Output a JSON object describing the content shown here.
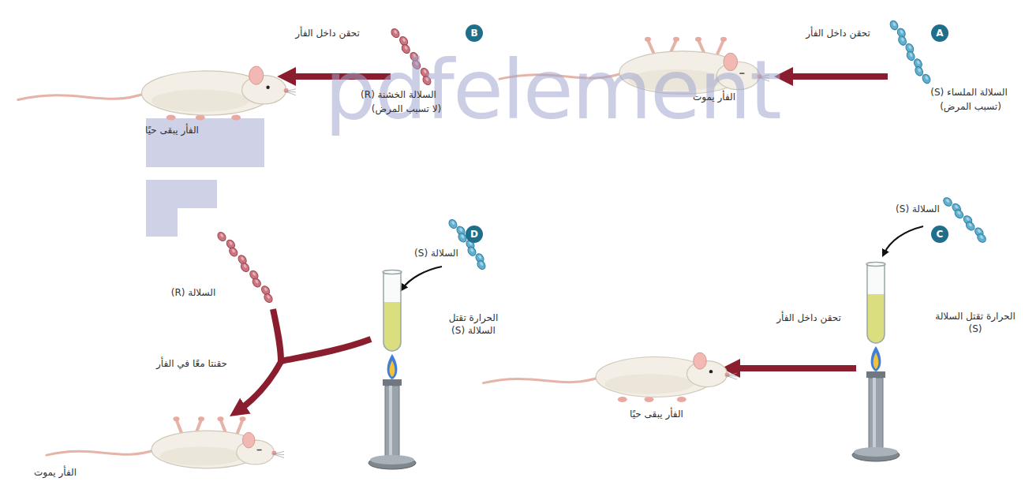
{
  "diagram": {
    "nodes": [
      {
        "text": [
          "A"
        ]
      },
      {
        "text": [
          "B"
        ]
      },
      {
        "text": [
          "C"
        ]
      },
      {
        "text": [
          "D"
        ]
      }
    ],
    "labels": [
      "تحقن داخل الفأر",
      "السلالة الملساء (S)",
      "(تسبب المرض)",
      "الفأر يموت",
      "تحقن داخل الفأر",
      "السلالة الخشنة (R)",
      "(لا تسبب المرض)",
      "الفأر يبقى حيًا",
      "السلالة (S)",
      "الحرارة تقتل السلالة (S)",
      "تحقن داخل الفأر",
      "الفأر يبقى حيًا",
      "السلالة (S)",
      "الحرارة تقتل السلالة (S)",
      "السلالة (R)",
      "حقنتا معًا في الفأر",
      "الفأر يموت",
      "pdfelement"
    ]
  }
}
